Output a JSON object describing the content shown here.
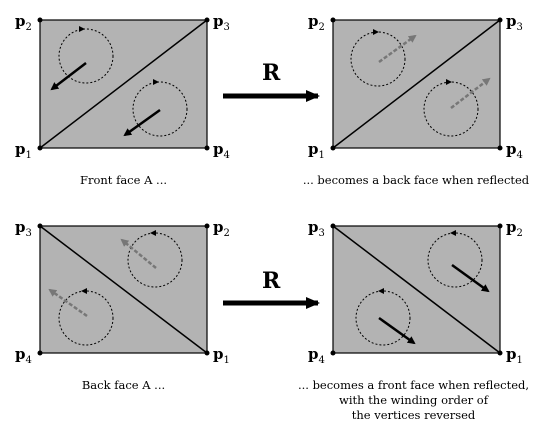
{
  "panels": [
    {
      "id": "front-face",
      "corners": {
        "top_left": "2",
        "top_right": "3",
        "bottom_left": "1",
        "bottom_right": "4"
      },
      "caption": [
        "Front face A ..."
      ]
    },
    {
      "id": "front-face-reflected",
      "corners": {
        "top_left": "2",
        "top_right": "3",
        "bottom_left": "1",
        "bottom_right": "4"
      },
      "caption": [
        "... becomes a back face when reflected"
      ]
    },
    {
      "id": "back-face",
      "corners": {
        "top_left": "3",
        "top_right": "2",
        "bottom_left": "4",
        "bottom_right": "1"
      },
      "caption": [
        "Back face A ..."
      ]
    },
    {
      "id": "back-face-reflected",
      "corners": {
        "top_left": "3",
        "top_right": "2",
        "bottom_left": "4",
        "bottom_right": "1"
      },
      "caption": [
        "... becomes a front face when reflected,",
        "with the winding order of",
        "the vertices reversed"
      ]
    }
  ],
  "point_symbol": "p",
  "reflection_label": "R",
  "colors": {
    "face_fill": "#b3b3b3",
    "line": "#000000",
    "arrow_gray": "#777777"
  }
}
